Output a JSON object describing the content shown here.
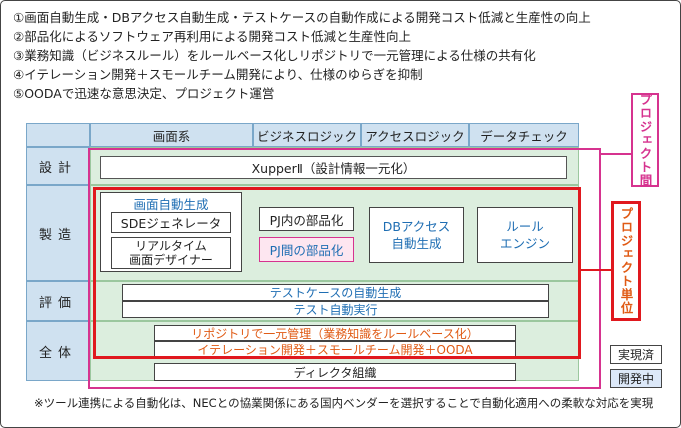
{
  "goals": [
    "①画面自動生成・DBアクセス自動生成・テストケースの自動作成による開発コスト低減と生産性の向上",
    "②部品化によるソフトウェア再利用による開発コスト低減と生産性向上",
    "③業務知識（ビジネスルール）をルールベース化しリポジトリで一元管理による仕様の共有化",
    "④イテレーション開発＋スモールチーム開発により、仕様のゆらぎを抑制",
    "⑤OODAで迅速な意思決定、プロジェクト運営"
  ],
  "columns": [
    "画面系",
    "ビジネスロジック",
    "アクセスロジック",
    "データチェック"
  ],
  "rows": [
    "設計",
    "製造",
    "評価",
    "全体"
  ],
  "boxes": {
    "xupper": "XupperⅡ（設計情報一元化）",
    "screen_gen_title": "画面自動生成",
    "sde": "SDEジェネレータ",
    "realtime": "リアルタイム\n画面デザイナー",
    "pj_inner": "PJ内の部品化",
    "pj_between": "PJ間の部品化",
    "db_access": "DBアクセス\n自動生成",
    "rule_engine": "ルール\nエンジン",
    "testcase": "テストケースの自動生成",
    "test_exec": "テスト自動実行",
    "repository": "リポジトリで一元管理（業務知識をルールベース化）",
    "iteration": "イテレーション開発＋スモールチーム開発＋OODA",
    "director": "ディレクタ組織"
  },
  "side_labels": {
    "between_projects": "プロジェクト間",
    "per_project": "プロジェクト単位"
  },
  "legend": {
    "implemented": "実現済",
    "developing": "開発中"
  },
  "footnote": "※ツール連携による自動化は、NECとの協業関係にある国内ベンダーを選択することで自動化適用への柔軟な対応を実現",
  "colors": {
    "header_blue": "#cfe1f0",
    "row_green": "#dceede",
    "between_border": "#d6338f",
    "per_project_border": "#e0181e",
    "text_blue": "#1f6eb3",
    "text_orange": "#e05a14"
  }
}
